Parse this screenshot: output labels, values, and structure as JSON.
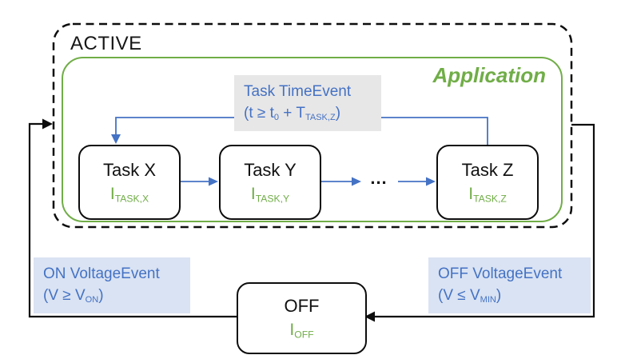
{
  "colors": {
    "accent_blue": "#4472C4",
    "accent_green": "#70AD47",
    "label_blue_bg": "#dae3f3",
    "label_gray_bg": "#e8e7e7",
    "line_black": "#0d0d0d"
  },
  "active_state": {
    "label": "ACTIVE"
  },
  "application": {
    "label": "Application"
  },
  "tasks": [
    {
      "title": "Task X",
      "current_main": "I",
      "current_sub": "TASK,X"
    },
    {
      "title": "Task Y",
      "current_main": "I",
      "current_sub": "TASK,Y"
    },
    {
      "title": "Task Z",
      "current_main": "I",
      "current_sub": "TASK,Z"
    }
  ],
  "ellipsis": "...",
  "off_state": {
    "title": "OFF",
    "current_main": "I",
    "current_sub": "OFF"
  },
  "events": {
    "time_event": {
      "line1": "Task TimeEvent",
      "line2_prefix": "(t ≥ t",
      "sub_zero": "0",
      "line2_mid": " + T",
      "sub_task": "TASK,Z",
      "line2_suffix": ")"
    },
    "on_voltage": {
      "line1": "ON VoltageEvent",
      "line2_prefix": "(V ≥ V",
      "sub": "ON",
      "line2_suffix": ")"
    },
    "off_voltage": {
      "line1": "OFF VoltageEvent",
      "line2_prefix": "(V ≤ V",
      "sub": "MIN",
      "line2_suffix": ")"
    }
  }
}
